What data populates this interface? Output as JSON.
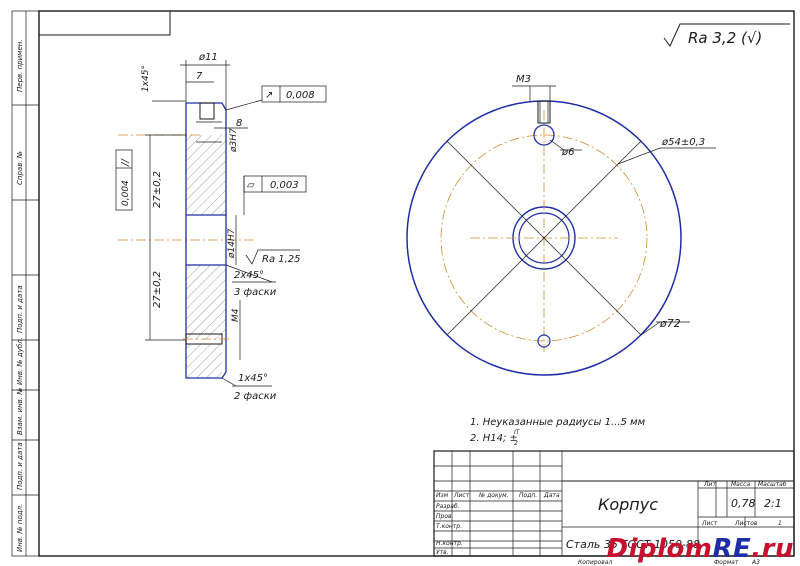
{
  "roughness": {
    "general": "Ra 3,2 (√)",
    "bore": "Ra 1,25"
  },
  "section_view": {
    "dims": {
      "outer_dia": "ø11",
      "width": "7",
      "chamfer_top": "1х45°",
      "groove": "8",
      "hole_dia": "ø3Н7",
      "bore_dia": "ø14Н7",
      "upper_height": "27±0,2",
      "lower_height": "27±0,2",
      "thread": "М4",
      "chamfer_mid": "2х45°",
      "chamfer_mid_note": "3 фаски",
      "chamfer_bottom": "1х45°",
      "chamfer_bottom_note": "2 фаски"
    },
    "tolerances": {
      "runout": "0,008",
      "flatness": "0,003",
      "parallelism": "0,004"
    }
  },
  "front_view": {
    "dims": {
      "thread": "М3",
      "small_hole": "ø6",
      "bolt_circle": "ø54±0,3",
      "outer_dia": "ø72"
    }
  },
  "notes": {
    "note1": "1. Неуказанные радиусы 1...5 мм",
    "note2_prefix": "2. Н14; ±",
    "note2_fraction_top": "IT",
    "note2_fraction_bottom": "2"
  },
  "side_stamp": {
    "labels": [
      "Перв. примен.",
      "Справ. №",
      "Подп. и дата",
      "Инв. № дубл.",
      "Взам. инв. №",
      "Подп. и дата",
      "Инв. № подл."
    ]
  },
  "title_block": {
    "headers": [
      "Изм",
      "Лист",
      "№ докум.",
      "Подп.",
      "Дата"
    ],
    "roles": [
      "Разраб.",
      "Пров.",
      "Т.контр.",
      "Н.контр.",
      "Утв."
    ],
    "title": "Корпус",
    "material": "Сталь 35 ГОСТ 1050-88",
    "col_lit": "Лит",
    "col_mass": "Масса",
    "col_scale": "Масштаб",
    "mass": "0,78",
    "scale": "2:1",
    "sheet_label": "Лист",
    "sheets_label": "Листов",
    "sheets_count": "1",
    "copied": "Копировал",
    "format_label": "Формат",
    "format": "А3"
  },
  "watermark": {
    "part1": "Diplom",
    "part2": "RE",
    "part3": ".ru"
  }
}
